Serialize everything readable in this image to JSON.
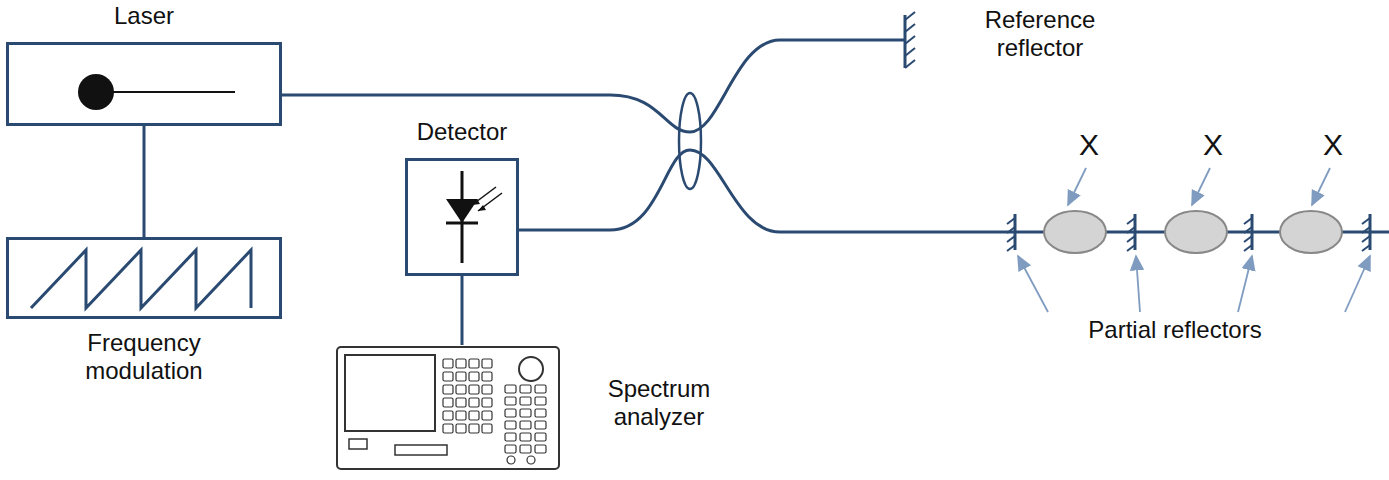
{
  "diagram": {
    "nodes": [
      {
        "text": [
          "Laser"
        ]
      },
      {
        "text": [
          "Frequency modulation"
        ]
      },
      {
        "text": [
          "Detector"
        ]
      },
      {
        "text": [
          "Spectrum analyzer"
        ]
      }
    ],
    "edges": [
      {
        "from": 0,
        "to": 1,
        "arrow": "none"
      },
      {
        "from": 2,
        "to": 3,
        "arrow": "none"
      }
    ],
    "labels": [
      "Reference reflector",
      "X",
      "X",
      "X",
      "Partial reflectors"
    ]
  }
}
